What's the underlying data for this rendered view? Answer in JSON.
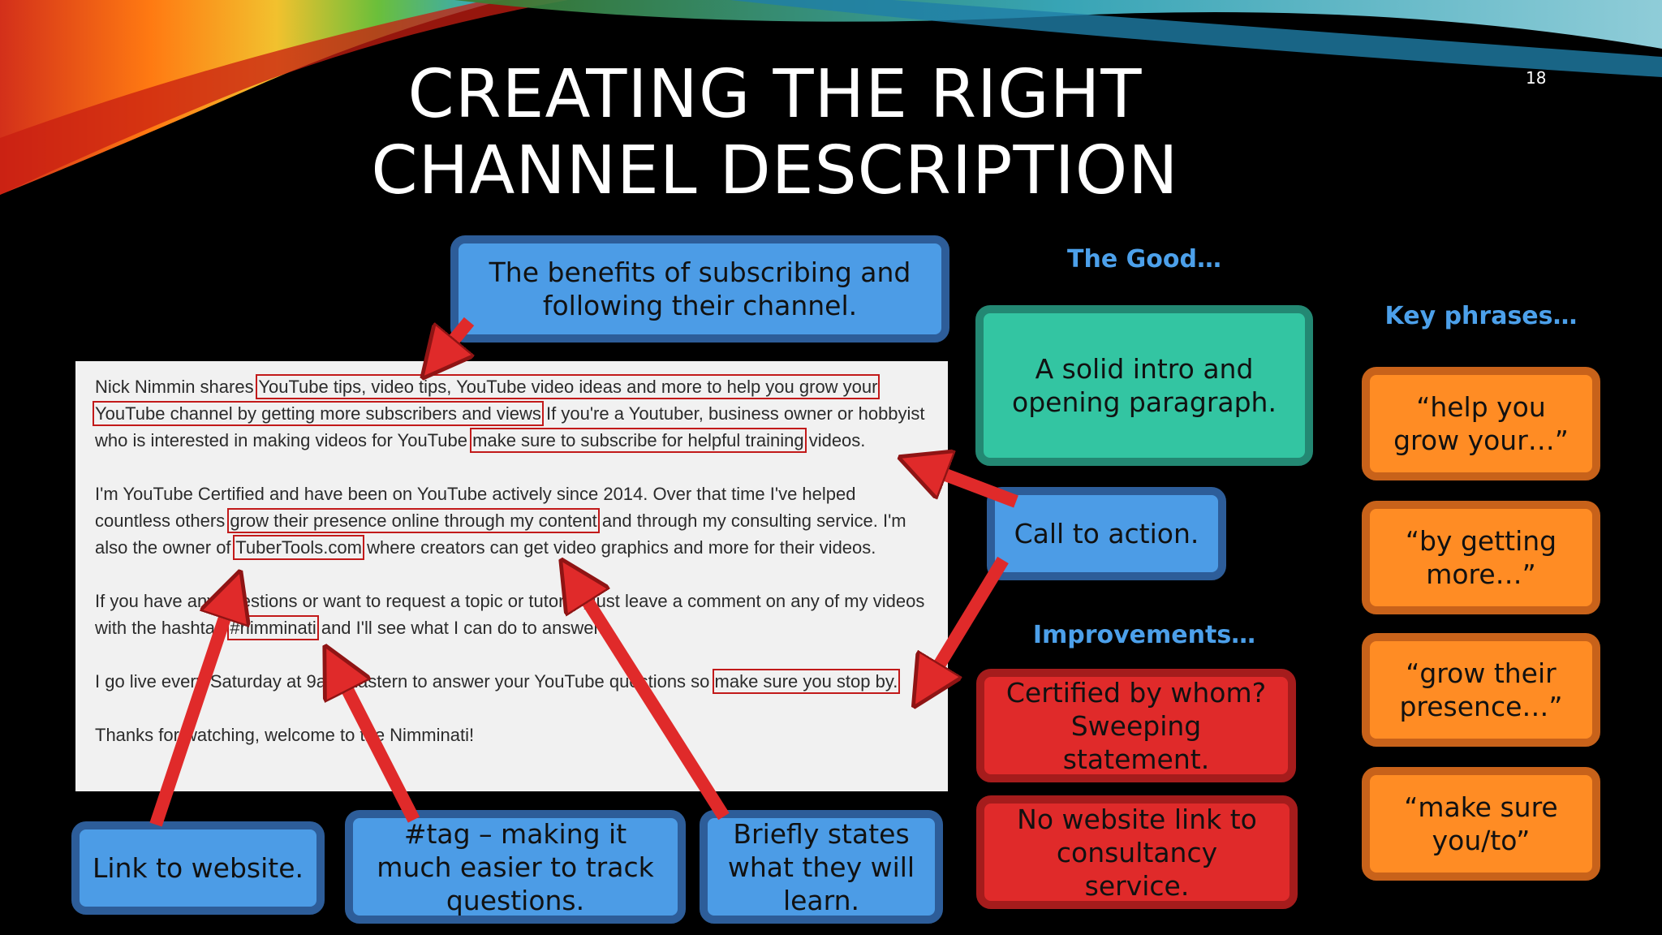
{
  "slide": {
    "title_line1": "CREATING THE RIGHT",
    "title_line2": "CHANNEL DESCRIPTION",
    "page_number": "18"
  },
  "description": {
    "p1": {
      "s1": "Nick Nimmin shares ",
      "h1": "YouTube tips, video tips, YouTube video ideas and more to help you grow your",
      "h2": "YouTube channel by getting more subscribers and views",
      "s2": " If you're a Youtuber, business owner or hobbyist who is interested in making videos for YouTube ",
      "h3": "make sure to subscribe for helpful training",
      "s3": " videos."
    },
    "p2": {
      "s1": "I'm YouTube Certified and have been on YouTube actively since 2014. Over that time I've helped countless others ",
      "h1": "grow their presence online through my content",
      "s2": " and through my consulting service. I'm also the owner of ",
      "h2": "TuberTools.com",
      "s3": " where creators can get video graphics and more for their videos."
    },
    "p3": {
      "s1": "If you have any questions or want to request a topic or tutorial, just leave a comment on any of my videos with the hashtag ",
      "h1": "#nimminati",
      "s2": " and I'll see what I can do to answer."
    },
    "p4": {
      "s1": "I go live every Saturday at 9am Eastern to answer your YouTube questions so ",
      "h1": "make sure you stop by."
    },
    "p5": "Thanks for watching, welcome to the Nimminati!"
  },
  "callouts": {
    "benefits": "The benefits of subscribing and following their channel.",
    "link_to_website": "Link to website.",
    "tag": "#tag – making it much easier to track questions.",
    "briefly_states": "Briefly states what they will learn.",
    "call_to_action": "Call to action."
  },
  "good": {
    "heading": "The Good…",
    "item": "A solid intro and opening paragraph."
  },
  "improvements": {
    "heading": "Improvements…",
    "items": [
      "Certified by whom? Sweeping statement.",
      "No website link to consultancy service."
    ]
  },
  "key_phrases": {
    "heading": "Key phrases…",
    "items": [
      "“help you grow your…”",
      "“by getting more…”",
      "“grow their presence…”",
      "“make sure you/to”"
    ]
  },
  "colors": {
    "blue": "#4c9ce6",
    "teal": "#33c5a2",
    "red": "#e02a2a",
    "orange": "#ff8c24",
    "heading_blue": "#4ca0ea"
  }
}
